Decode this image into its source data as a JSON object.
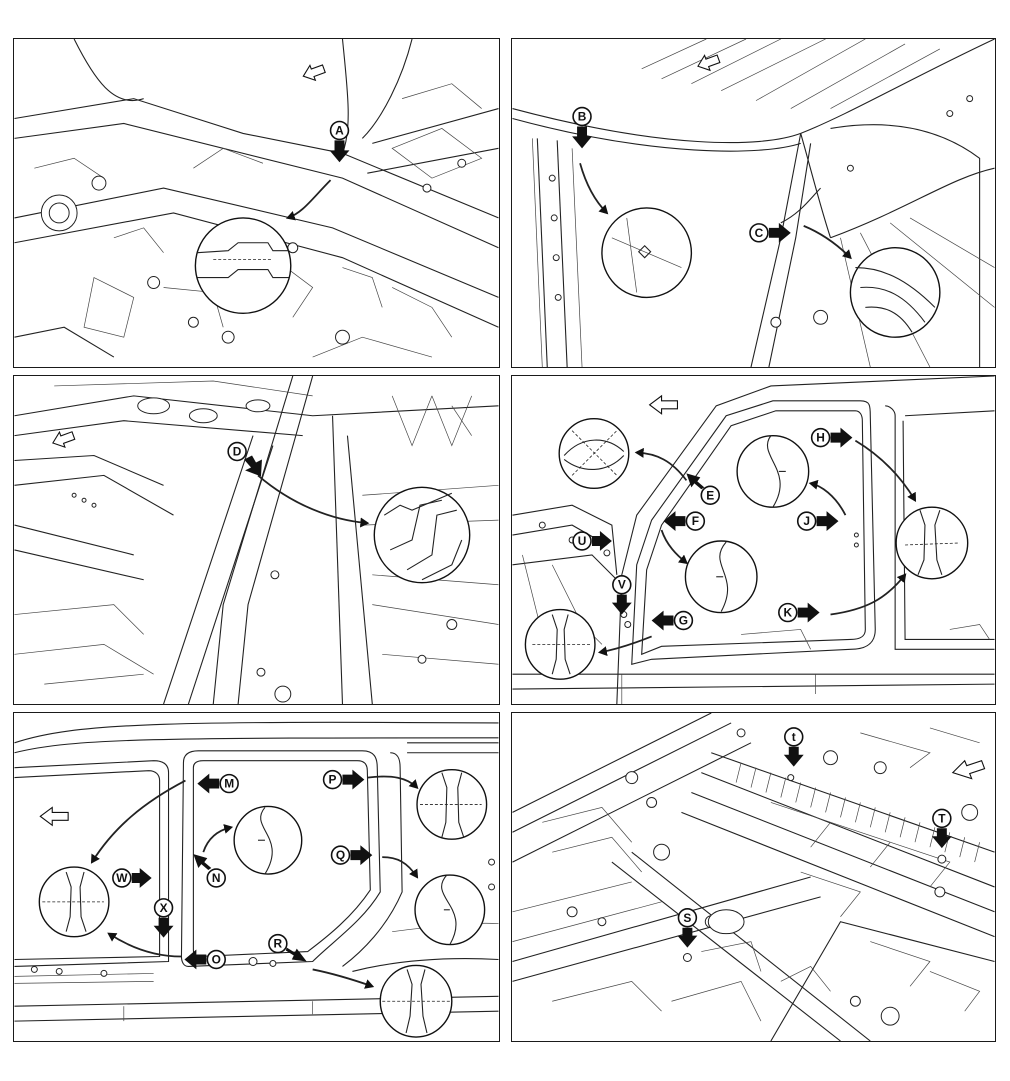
{
  "figure": {
    "panels": [
      {
        "id": "p1",
        "labels": [
          "A"
        ]
      },
      {
        "id": "p2",
        "labels": [
          "B",
          "C"
        ]
      },
      {
        "id": "p3",
        "labels": [
          "D"
        ]
      },
      {
        "id": "p4",
        "labels": [
          "H",
          "E",
          "F",
          "J",
          "U",
          "V",
          "G",
          "K"
        ]
      },
      {
        "id": "p5",
        "labels": [
          "M",
          "P",
          "N",
          "W",
          "Q",
          "X",
          "O",
          "R"
        ]
      },
      {
        "id": "p6",
        "labels": [
          "t",
          "T",
          "S"
        ]
      }
    ]
  },
  "labels": {
    "A": "A",
    "B": "B",
    "C": "C",
    "D": "D",
    "E": "E",
    "F": "F",
    "G": "G",
    "H": "H",
    "J": "J",
    "K": "K",
    "M": "M",
    "N": "N",
    "O": "O",
    "P": "P",
    "Q": "Q",
    "R": "R",
    "S": "S",
    "T": "T",
    "t": "t",
    "U": "U",
    "V": "V",
    "W": "W",
    "X": "X"
  },
  "colors": {
    "line": "#222222",
    "arrow": "#111111",
    "background": "#ffffff"
  }
}
